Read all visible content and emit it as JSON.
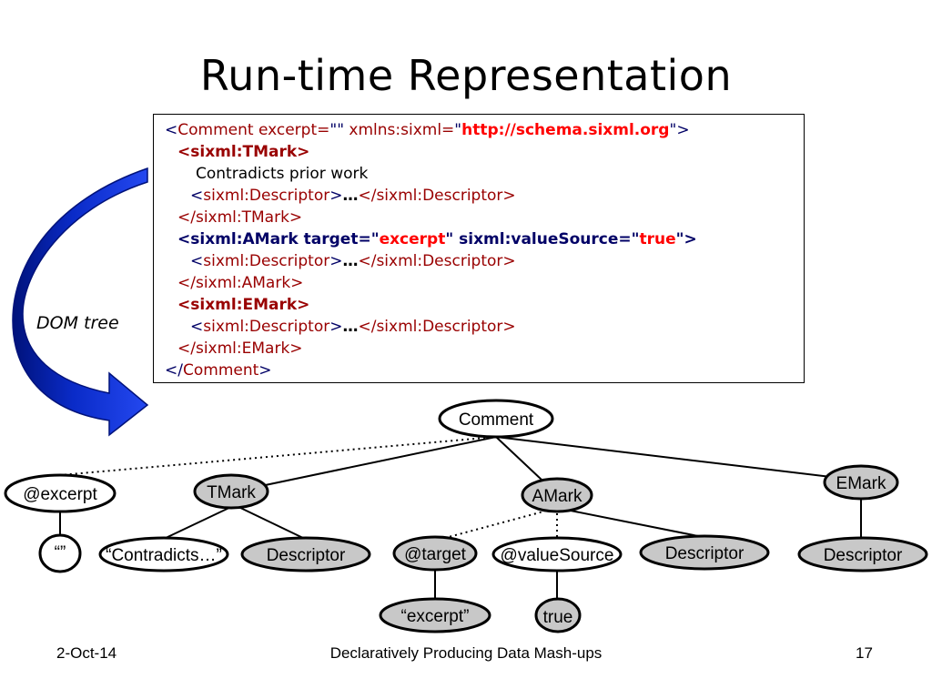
{
  "slide": {
    "title": "Run-time Representation",
    "dom_label": "DOM tree",
    "footer_date": "2-Oct-14",
    "footer_title": "Declaratively Producing Data Mash-ups",
    "page_number": "17"
  },
  "code": {
    "l1_open": "<",
    "l1_tag": "Comment",
    "l1_attr1": " excerpt=",
    "l1_q1": "\"\"",
    "l1_attr2": " xmlns:sixml=",
    "l1_q2": "\"",
    "l1_url": "http://schema.sixml.org",
    "l1_q3": "\"",
    "l1_close": ">",
    "l2": "<sixml:TMark>",
    "l3": "Contradicts prior work",
    "l4_open": "<",
    "l4_tag": "sixml:Descriptor",
    "l4_close": ">",
    "l4_dots": "…",
    "l4_end": "</sixml:Descriptor>",
    "l5": "</sixml:TMark>",
    "l6_a": "<sixml:AMark target=\"",
    "l6_v1": "excerpt",
    "l6_b": "\" sixml:valueSource=\"",
    "l6_v2": "true",
    "l6_c": "\">",
    "l7_open": "<",
    "l7_tag": "sixml:Descriptor",
    "l7_close": ">",
    "l7_dots": "…",
    "l7_end": "</sixml:Descriptor>",
    "l8": "</sixml:AMark>",
    "l9": "<sixml:EMark>",
    "l10_open": "<",
    "l10_tag": "sixml:Descriptor",
    "l10_close": ">",
    "l10_dots": "…",
    "l10_end": "</sixml:Descriptor>",
    "l11": "</sixml:EMark>",
    "l12_open": "</",
    "l12_tag": "Comment",
    "l12_close": ">"
  },
  "tree": {
    "comment": "Comment",
    "excerpt_attr": "@excerpt",
    "empty_value": "“”",
    "tmark": "TMark",
    "contradicts": "“Contradicts…”",
    "descriptor_t": "Descriptor",
    "amark": "AMark",
    "target_attr": "@target",
    "value_source_attr": "@valueSource",
    "descriptor_a": "Descriptor",
    "excerpt_value": "“excerpt”",
    "true_value": "true",
    "emark": "EMark",
    "descriptor_e": "Descriptor"
  },
  "colors": {
    "white_node": "#ffffff",
    "gray_node": "#c8c8c8",
    "arrow_blue": "#0a2bc8",
    "arrow_dark": "#00127a",
    "code_tag": "#990000",
    "code_value": "#ff0000"
  }
}
